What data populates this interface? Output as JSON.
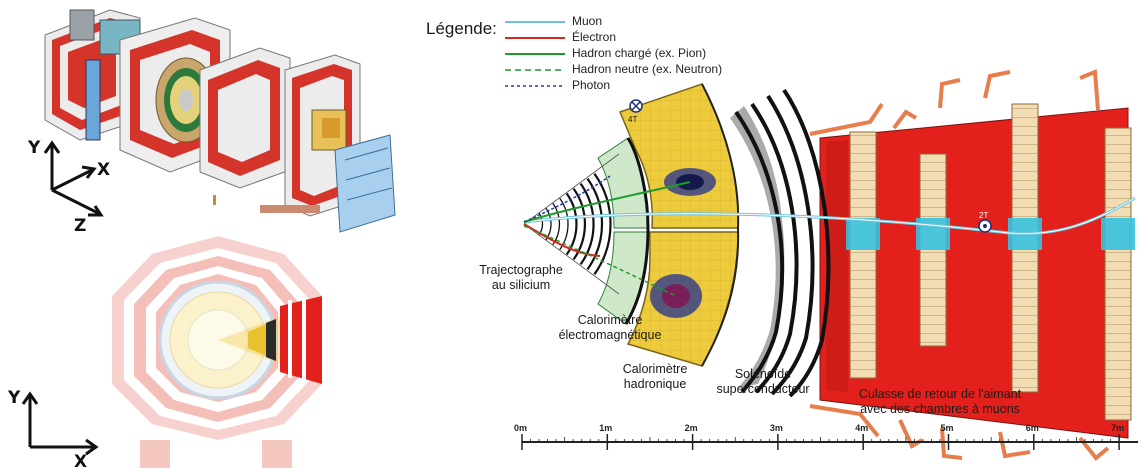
{
  "legend": {
    "title": "Légende:",
    "items": [
      {
        "label": "Muon",
        "color": "#6fc3dc",
        "style": "solid"
      },
      {
        "label": "Électron",
        "color": "#d9261c",
        "style": "solid"
      },
      {
        "label": "Hadron chargé (ex. Pion)",
        "color": "#1e9b2a",
        "style": "solid"
      },
      {
        "label": "Hadron neutre (ex. Neutron)",
        "color": "#1e9b2a",
        "style": "dashed"
      },
      {
        "label": "Photon",
        "color": "#1f3f9e",
        "style": "dashed"
      }
    ]
  },
  "field_labels": {
    "inner": "4T",
    "outer": "2T"
  },
  "detectors": {
    "tracker": [
      "Trajectographe",
      "au silicium"
    ],
    "ecal": [
      "Calorimètre",
      "électromagnétique"
    ],
    "hcal": [
      "Calorimètre",
      "hadronique"
    ],
    "solenoid": [
      "Solénoïde",
      "superconducteur"
    ],
    "yoke": [
      "Culasse de retour de l'aimant",
      "avec des chambres à muons"
    ]
  },
  "scale": {
    "ticks": [
      "0m",
      "1m",
      "2m",
      "3m",
      "4m",
      "5m",
      "6m",
      "7m"
    ]
  },
  "axes_3d": {
    "y": "Y",
    "x": "X",
    "z": "Z"
  },
  "axes_2d": {
    "y": "Y",
    "x": "X"
  },
  "colors": {
    "yoke_red": "#e3201b",
    "calo_yellow": "#eecb3b",
    "solenoid_gray": "#a9a9a9",
    "chamber_beige": "#f2dcb4"
  }
}
